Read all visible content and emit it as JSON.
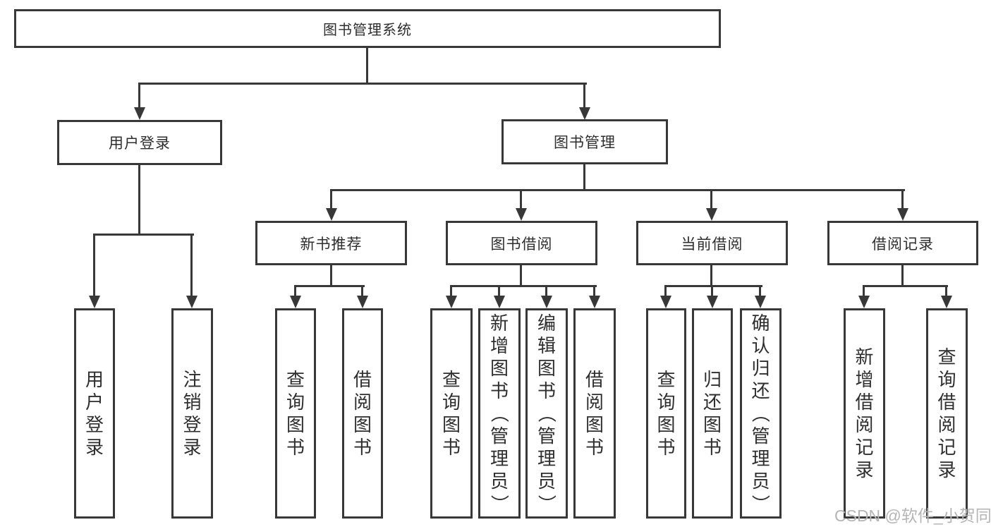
{
  "colors": {
    "line": "#383838",
    "text": "#2e2e2e",
    "watermark": "#b5b5b5",
    "background": "#ffffff"
  },
  "watermark": {
    "text": "CSDN @软件_小贺同学"
  },
  "tree": {
    "root": {
      "label": "图书管理系统"
    },
    "groups": [
      {
        "label": "用户登录"
      },
      {
        "label": "图书管理"
      },
      {
        "label": "新书推荐"
      },
      {
        "label": "图书借阅"
      },
      {
        "label": "当前借阅"
      },
      {
        "label": "借阅记录"
      }
    ],
    "leaves": [
      {
        "label": "用户登录"
      },
      {
        "label": "注销登录"
      },
      {
        "label": "查询图书"
      },
      {
        "label": "借阅图书"
      },
      {
        "label": "查询图书"
      },
      {
        "label": "新增图书（管理员）"
      },
      {
        "label": "编辑图书（管理员）"
      },
      {
        "label": "借阅图书"
      },
      {
        "label": "查询图书"
      },
      {
        "label": "归还图书"
      },
      {
        "label": "确认归还（管理员）"
      },
      {
        "label": "新增借阅记录"
      },
      {
        "label": "查询借阅记录"
      }
    ]
  }
}
